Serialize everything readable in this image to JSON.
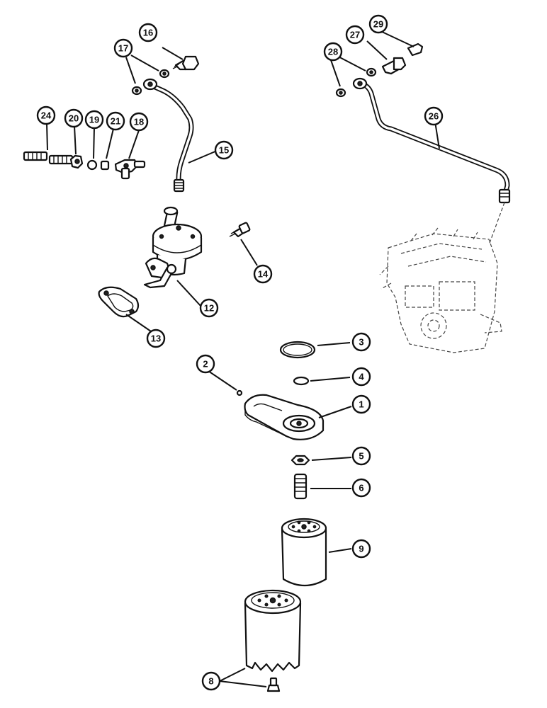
{
  "callouts": [
    {
      "id": "c1",
      "label": "1"
    },
    {
      "id": "c2",
      "label": "2"
    },
    {
      "id": "c3",
      "label": "3"
    },
    {
      "id": "c4",
      "label": "4"
    },
    {
      "id": "c5",
      "label": "5"
    },
    {
      "id": "c6",
      "label": "6"
    },
    {
      "id": "c8",
      "label": "8"
    },
    {
      "id": "c9",
      "label": "9"
    },
    {
      "id": "c12",
      "label": "12"
    },
    {
      "id": "c13",
      "label": "13"
    },
    {
      "id": "c14",
      "label": "14"
    },
    {
      "id": "c15",
      "label": "15"
    },
    {
      "id": "c16",
      "label": "16"
    },
    {
      "id": "c17",
      "label": "17"
    },
    {
      "id": "c18",
      "label": "18"
    },
    {
      "id": "c19",
      "label": "19"
    },
    {
      "id": "c20",
      "label": "20"
    },
    {
      "id": "c21",
      "label": "21"
    },
    {
      "id": "c24",
      "label": "24"
    },
    {
      "id": "c26",
      "label": "26"
    },
    {
      "id": "c27",
      "label": "27"
    },
    {
      "id": "c28",
      "label": "28"
    },
    {
      "id": "c29",
      "label": "29"
    }
  ]
}
